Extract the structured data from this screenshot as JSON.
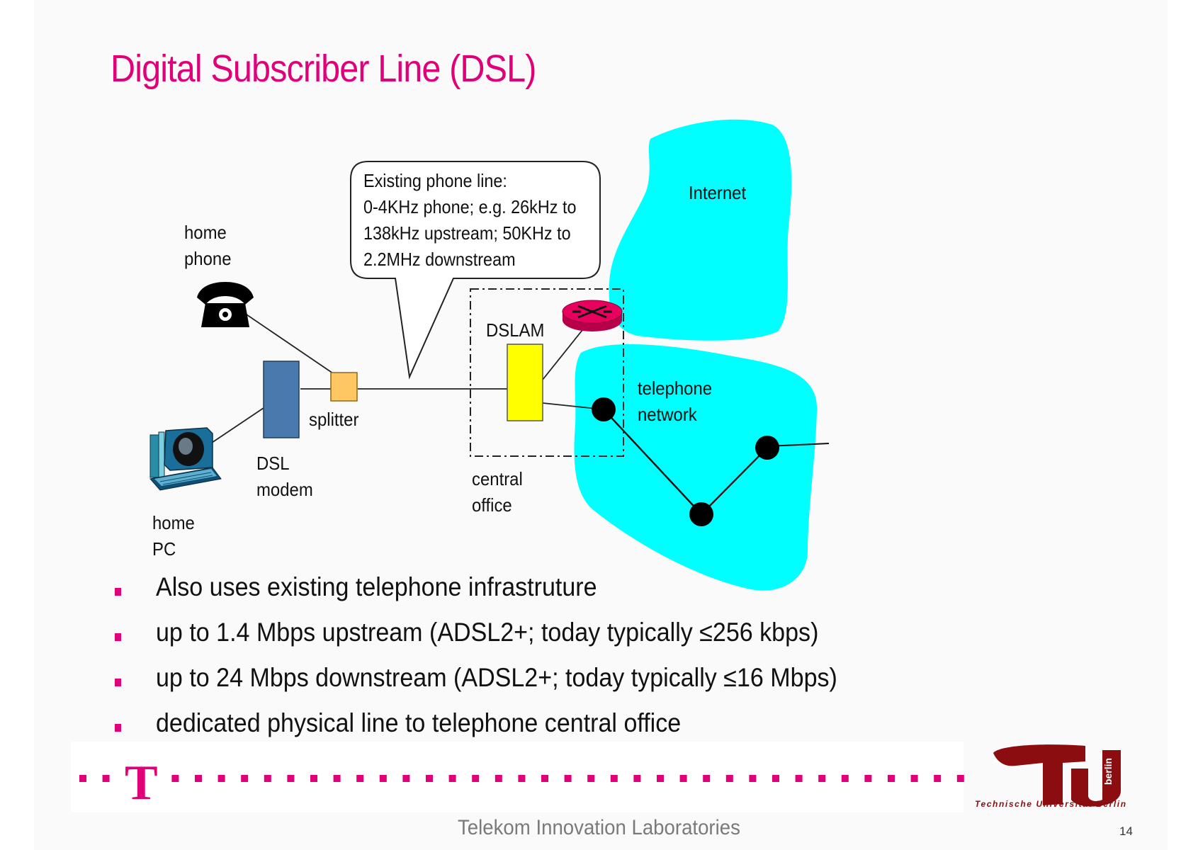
{
  "slide": {
    "title": "Digital Subscriber Line (DSL)",
    "page_number": "14",
    "footer_text": "Telekom Innovation Laboratories",
    "tu_caption": "Technische Universität Berlin",
    "tu_logo_text": "TU berlin",
    "telekom_logo_text": "T"
  },
  "diagram": {
    "callout_lines": [
      "Existing phone line:",
      "0-4KHz phone; e.g. 26kHz to",
      "138kHz upstream; 50KHz to",
      "2.2MHz downstream"
    ],
    "labels": {
      "home_phone_1": "home",
      "home_phone_2": "phone",
      "home_pc_1": "home",
      "home_pc_2": "PC",
      "dsl_modem_1": "DSL",
      "dsl_modem_2": "modem",
      "splitter": "splitter",
      "dslam": "DSLAM",
      "central_office_1": "central",
      "central_office_2": "office",
      "internet": "Internet",
      "telephone_network_1": "telephone",
      "telephone_network_2": "network"
    },
    "colors": {
      "cloud": "#00ffff",
      "dsl_modem": "#4a7aad",
      "splitter": "#ffc764",
      "dslam": "#ffff00",
      "router": "#e8005f",
      "accent": "#e0007a"
    }
  },
  "bullets": [
    "Also uses existing telephone infrastruture",
    "up to 1.4 Mbps upstream (ADSL2+; today typically ≤256 kbps)",
    "up to 24 Mbps downstream (ADSL2+; today typically ≤16 Mbps)",
    "dedicated physical line to telephone central office"
  ]
}
